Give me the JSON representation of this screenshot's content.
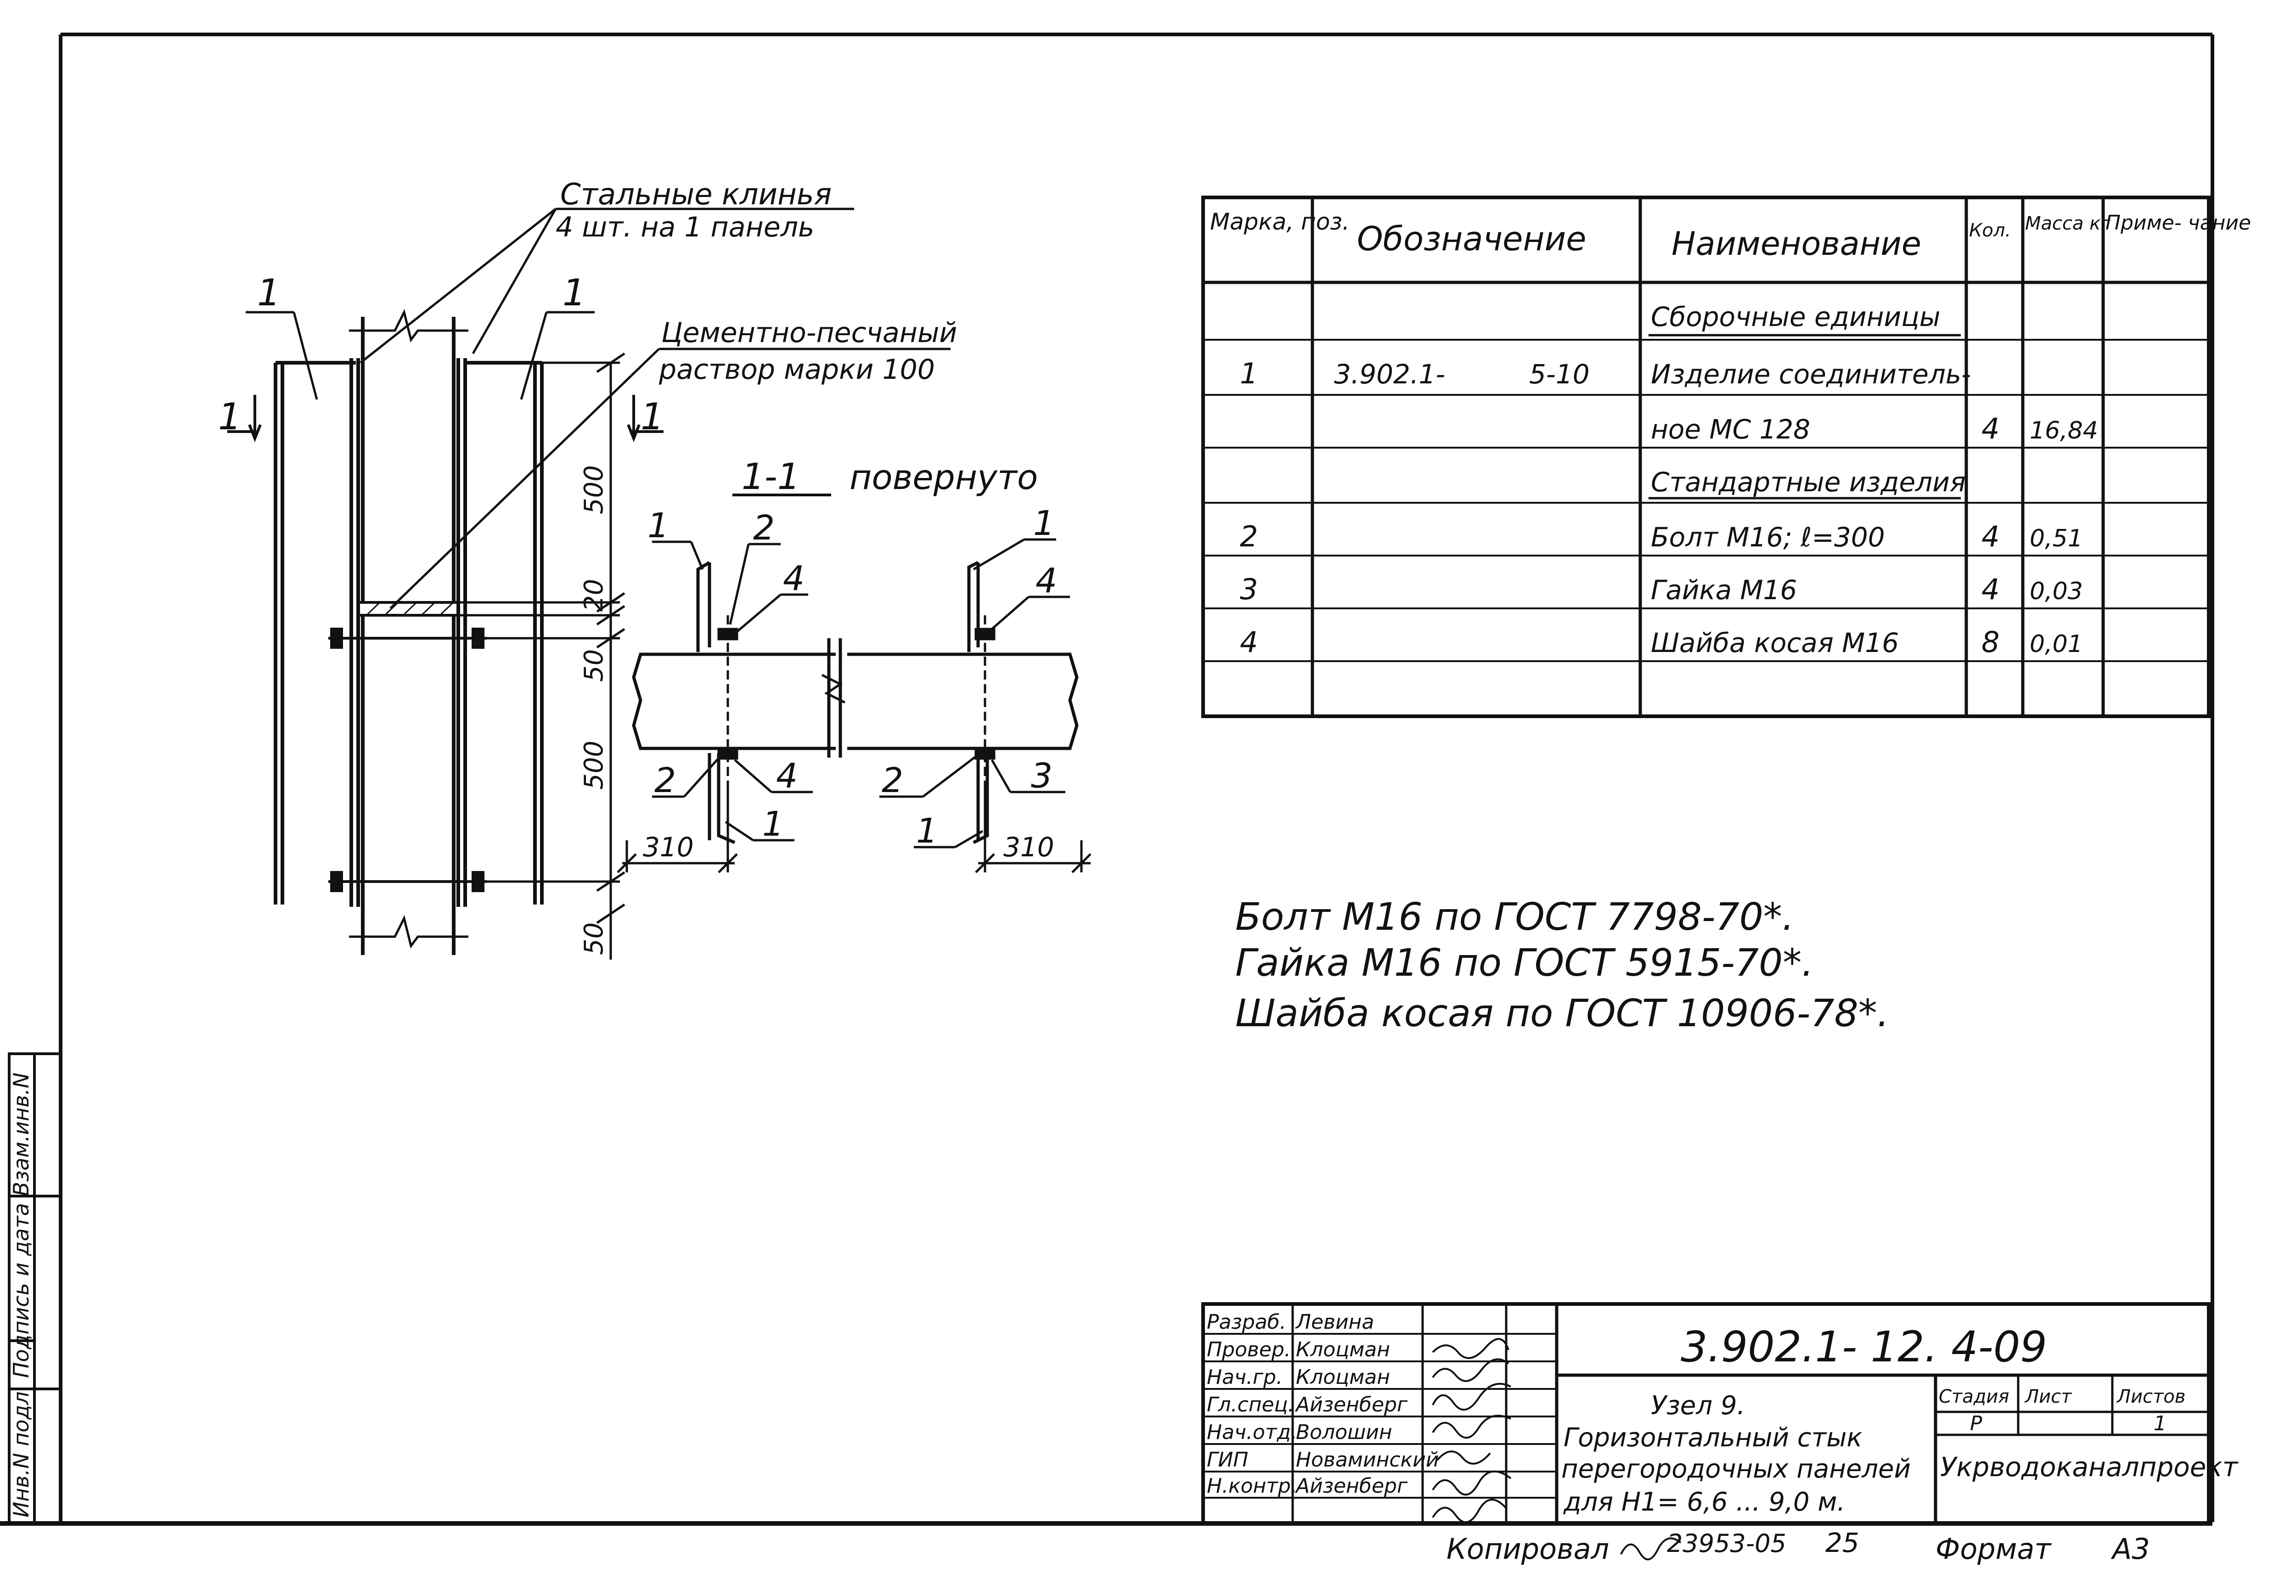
{
  "drawing": {
    "labels": {
      "wedges_title": "Стальные клинья",
      "wedges_qty": "4 шт. на 1 панель",
      "mortar_line1": "Цементно-песчаный",
      "mortar_line2": "раствор марки 100",
      "section_mark": "1",
      "section_title_num": "1-1",
      "section_title_text": "повернуто",
      "pos1": "1",
      "pos2": "2",
      "pos3": "3",
      "pos4": "4"
    },
    "dimensions": {
      "d500a": "500",
      "d20": "20",
      "d50a": "50",
      "d500b": "500",
      "d50b": "50",
      "d310a": "310",
      "d310b": "310"
    }
  },
  "spec_table": {
    "headers": {
      "mark": "Марка, поз.",
      "designation": "Обозначение",
      "name": "Наименование",
      "qty": "Кол.",
      "mass": "Масса кг",
      "note": "Приме- чание"
    },
    "rows": [
      {
        "mark": "",
        "designation": "",
        "designation_suffix": "",
        "name": "Сборочные единицы",
        "qty": "",
        "mass": "",
        "note": ""
      },
      {
        "mark": "1",
        "designation": "3.902.1-",
        "designation_suffix": "5-10",
        "name": "Изделие соединитель-",
        "qty": "",
        "mass": "",
        "note": ""
      },
      {
        "mark": "",
        "designation": "",
        "designation_suffix": "",
        "name": "ное МС 128",
        "qty": "4",
        "mass": "16,84",
        "note": ""
      },
      {
        "mark": "",
        "designation": "",
        "designation_suffix": "",
        "name": "Стандартные изделия",
        "qty": "",
        "mass": "",
        "note": ""
      },
      {
        "mark": "2",
        "designation": "",
        "designation_suffix": "",
        "name": "Болт М16; ℓ=300",
        "qty": "4",
        "mass": "0,51",
        "note": ""
      },
      {
        "mark": "3",
        "designation": "",
        "designation_suffix": "",
        "name": "Гайка М16",
        "qty": "4",
        "mass": "0,03",
        "note": ""
      },
      {
        "mark": "4",
        "designation": "",
        "designation_suffix": "",
        "name": "Шайба косая М16",
        "qty": "8",
        "mass": "0,01",
        "note": ""
      },
      {
        "mark": "",
        "designation": "",
        "designation_suffix": "",
        "name": "",
        "qty": "",
        "mass": "",
        "note": ""
      }
    ]
  },
  "notes": [
    "Болт М16 по ГОСТ 7798-70*.",
    "Гайка М16 по ГОСТ 5915-70*.",
    "Шайба косая по ГОСТ 10906-78*."
  ],
  "title_block": {
    "doc_number": "3.902.1- 12. 4-09",
    "title_line1": "Узел 9.",
    "title_line2": "Горизонтальный стык",
    "title_line3": "перегородочных панелей",
    "title_line4": "для H1= 6,6 ... 9,0 м.",
    "stage_label": "Стадия",
    "sheet_label": "Лист",
    "sheets_label": "Листов",
    "stage_value": "Р",
    "sheets_value": "1",
    "organization": "Укрводоканалпроект",
    "people": [
      {
        "role": "Разраб.",
        "name": "Левина"
      },
      {
        "role": "Провер.",
        "name": "Клоцман"
      },
      {
        "role": "Нач.гр.",
        "name": "Клоцман"
      },
      {
        "role": "Гл.спец.",
        "name": "Айзенберг"
      },
      {
        "role": "Нач.отд.",
        "name": "Волошин"
      },
      {
        "role": "ГИП",
        "name": "Новаминский"
      },
      {
        "role": "Н.контр.",
        "name": "Айзенберг"
      }
    ]
  },
  "footer": {
    "copied_label": "Копировал",
    "copy_number": "23953-05",
    "page": "25",
    "format_label": "Формат",
    "format_value": "А3"
  },
  "side_strip": {
    "label": "Инв.N подл. Подпись и дата Взам.инв.N"
  },
  "colors": {
    "ink": "#111111",
    "paper": "#ffffff"
  }
}
